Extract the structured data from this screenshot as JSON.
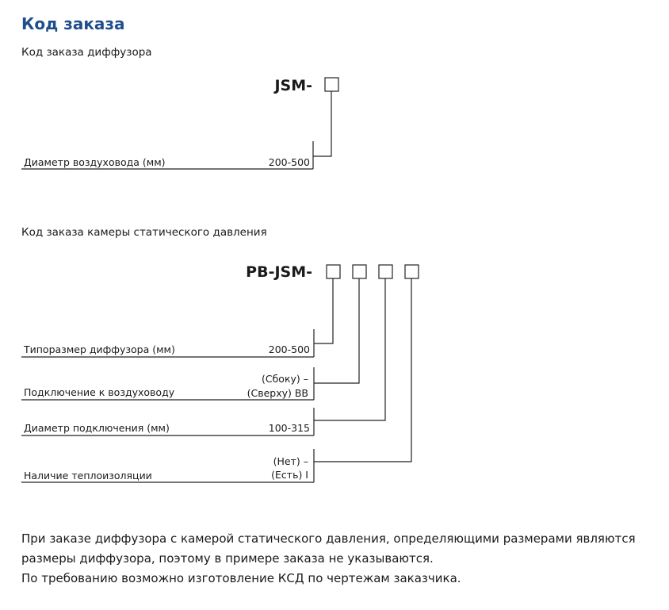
{
  "title": "Код заказа",
  "diffuser": {
    "heading": "Код заказа диффузора",
    "code": "JSM-",
    "rows": [
      {
        "label": "Диаметр воздуховода (мм)",
        "value": "200-500"
      }
    ]
  },
  "plenum": {
    "heading": "Код заказа камеры статического давления",
    "code": "PB-JSM-",
    "rows": [
      {
        "label": "Типоразмер диффузора (мм)",
        "value": "200-500"
      },
      {
        "label": "Подключение к воздуховоду",
        "options": [
          "(Сбоку)  –",
          "(Сверху)  BB"
        ]
      },
      {
        "label": "Диаметр подключения (мм)",
        "value": "100-315"
      },
      {
        "label": "Наличие теплоизоляции",
        "options": [
          "(Нет)  –",
          "(Есть)  I"
        ]
      }
    ]
  },
  "notes": [
    "При заказе диффузора с камерой статического давления, определяющими размерами являются",
    "размеры диффузора, поэтому в примере заказа не указываются.",
    "По требованию возможно изготовление КСД по чертежам заказчика."
  ]
}
